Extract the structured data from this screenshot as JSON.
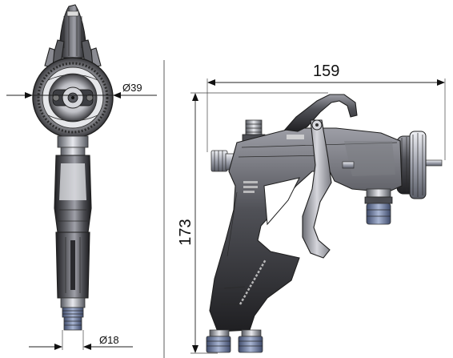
{
  "dimensions": {
    "overall_length": "159",
    "overall_height": "173",
    "air_cap_diameter": "Ø39",
    "air_inlet_diameter": "Ø18"
  },
  "colors": {
    "body_dark": "#2b2b2e",
    "body_mid": "#6a6a70",
    "body_light": "#cfd0d6",
    "metal_chrome": "#b9bcc6",
    "connector_blue": "#6d7fa6",
    "line": "#1f1f1f"
  },
  "views": [
    "front-view",
    "side-view"
  ]
}
